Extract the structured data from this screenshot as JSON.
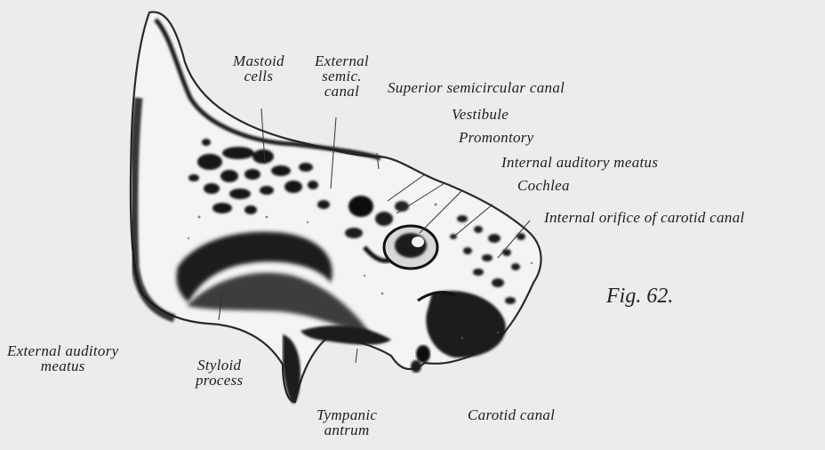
{
  "labels": {
    "mastoid_cells": [
      "Mastoid",
      "cells"
    ],
    "external_semic_canal": [
      "External",
      "semic.",
      "canal"
    ],
    "superior_semicircular_canal": "Superior semicircular canal",
    "vestibule": "Vestibule",
    "promontory": "Promontory",
    "internal_auditory_meatus": "Internal auditory meatus",
    "cochlea": "Cochlea",
    "internal_orifice_carotid_canal": "Internal orifice of carotid canal",
    "external_auditory_meatus": [
      "External auditory",
      "meatus"
    ],
    "styloid_process": [
      "Styloid",
      "process"
    ],
    "tympanic_antrum": [
      "Tympanic",
      "antrum"
    ],
    "carotid_canal": "Carotid canal"
  },
  "figure_caption": "Fig. 62."
}
